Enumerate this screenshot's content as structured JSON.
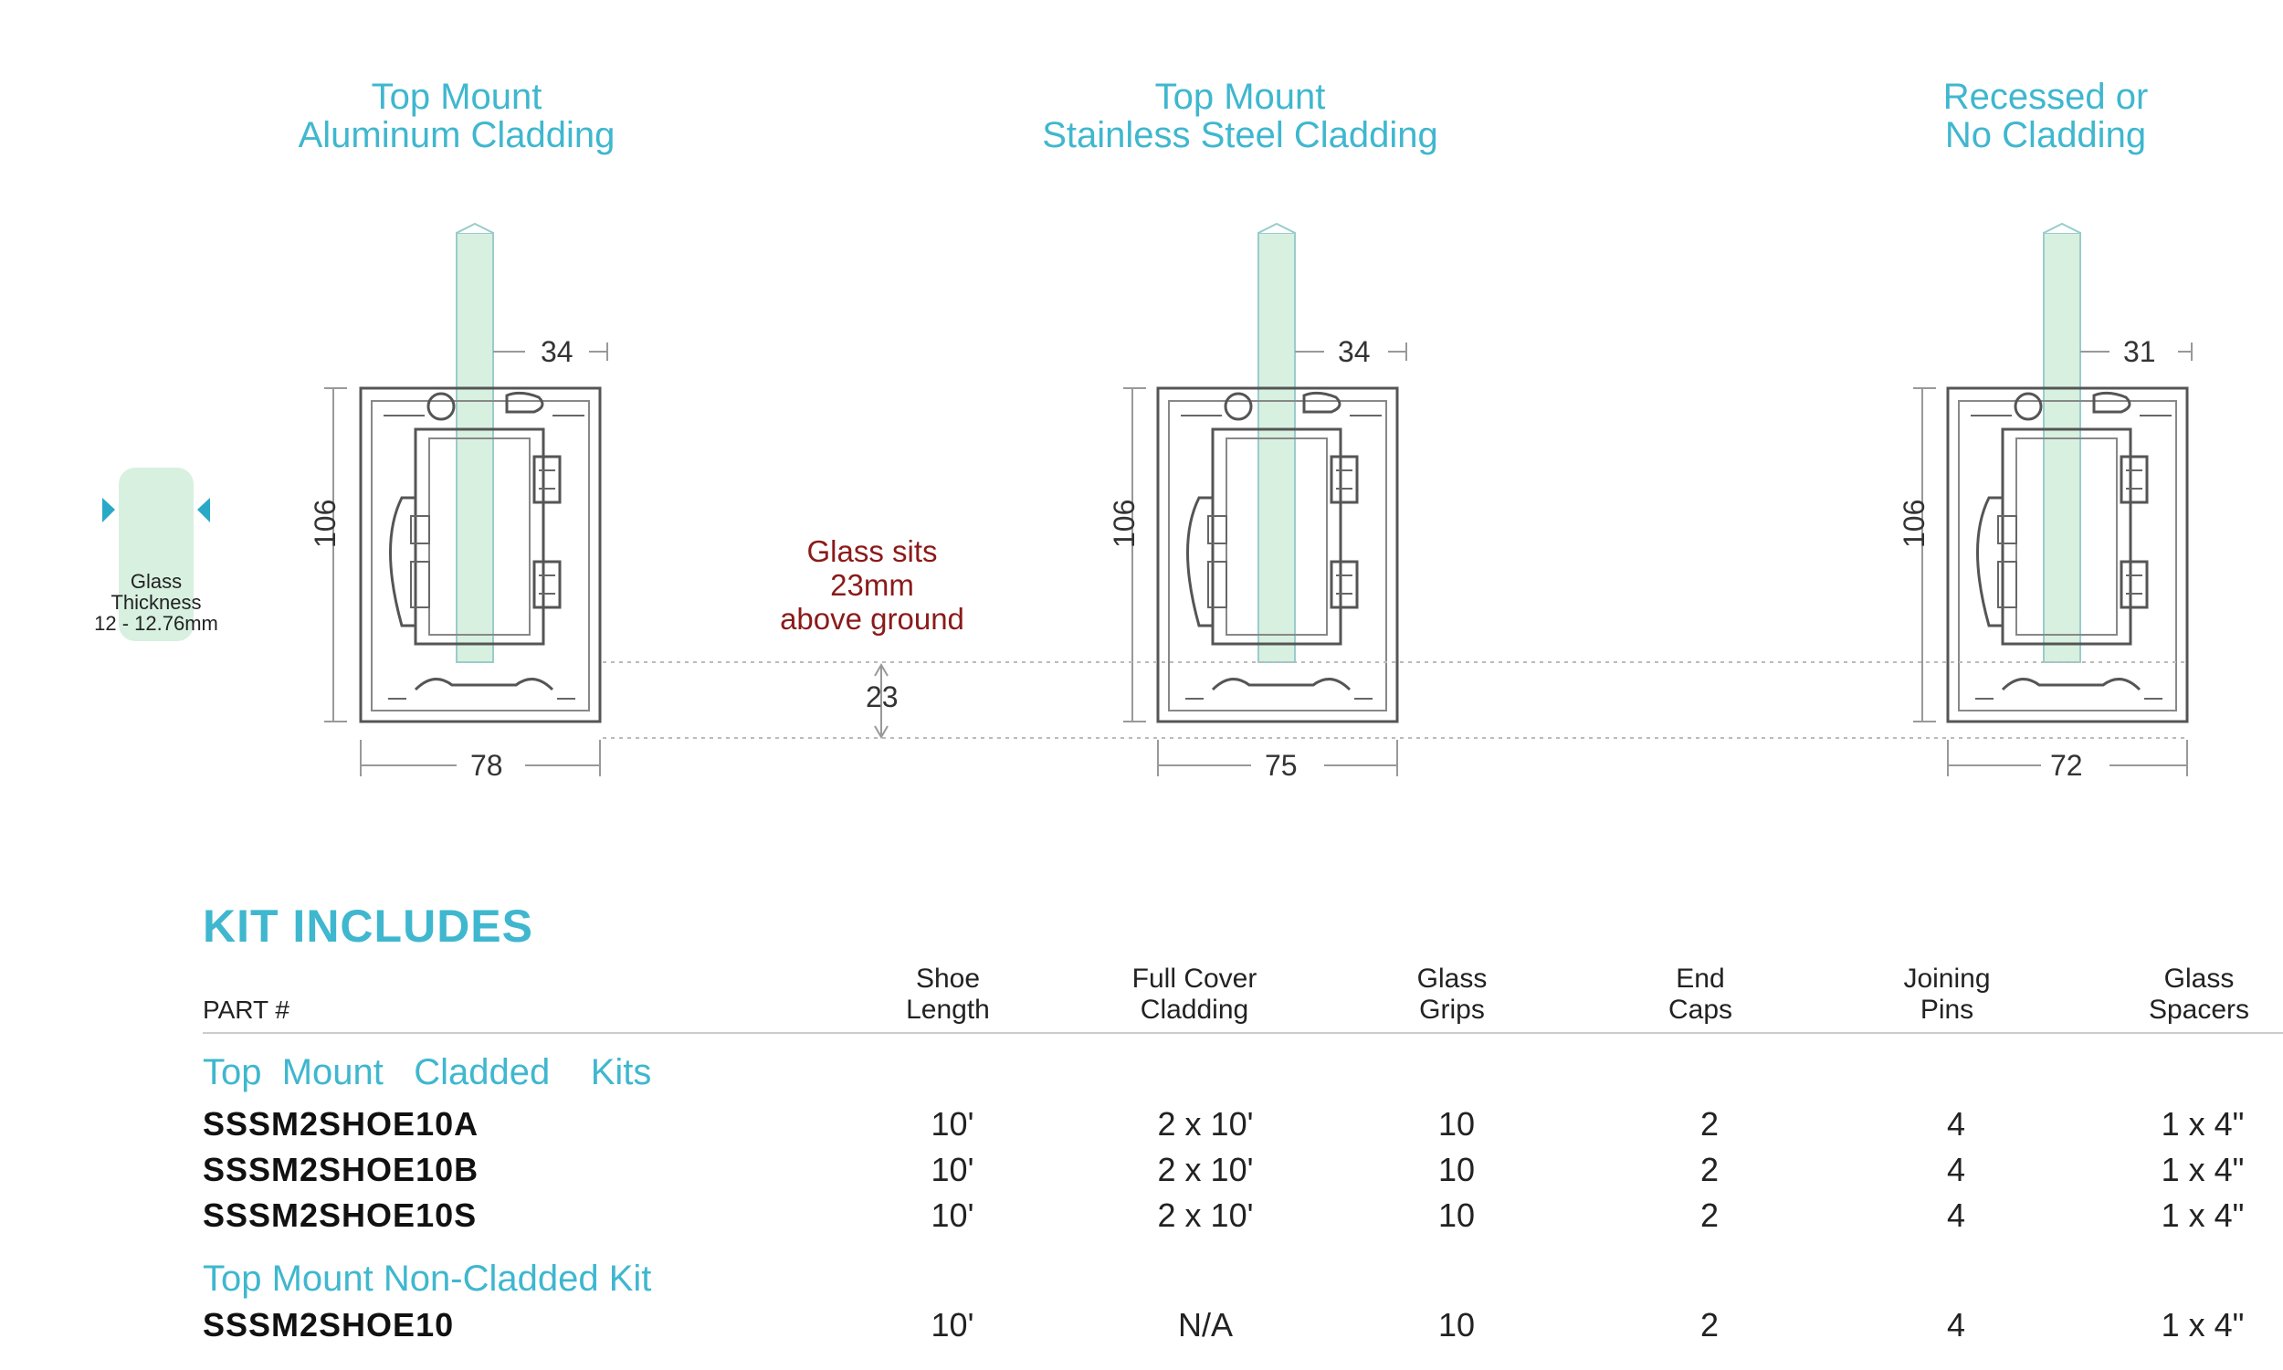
{
  "variants": [
    {
      "title_l1": "Top Mount",
      "title_l2": "Aluminum Cladding",
      "top_dim": "34",
      "height_dim": "106",
      "width_dim": "78"
    },
    {
      "title_l1": "Top Mount",
      "title_l2": "Stainless Steel Cladding",
      "top_dim": "34",
      "height_dim": "106",
      "width_dim": "75"
    },
    {
      "title_l1": "Recessed or",
      "title_l2": "No Cladding",
      "top_dim": "31",
      "height_dim": "106",
      "width_dim": "72"
    }
  ],
  "glass_note": {
    "l1": "Glass sits",
    "l2": "23mm",
    "l3": "above ground",
    "dim": "23"
  },
  "glass_legend": {
    "l1": "Glass",
    "l2": "Thickness",
    "l3": "12 - 12.76mm"
  },
  "kit": {
    "heading": "KIT INCLUDES",
    "part_header": "PART #",
    "columns": [
      {
        "l1": "Shoe",
        "l2": "Length"
      },
      {
        "l1": "Full Cover",
        "l2": "Cladding"
      },
      {
        "l1": "Glass",
        "l2": "Grips"
      },
      {
        "l1": "End",
        "l2": "Caps"
      },
      {
        "l1": "Joining",
        "l2": "Pins"
      },
      {
        "l1": "Glass",
        "l2": "Spacers"
      }
    ],
    "section1": "Top  Mount   Cladded    Kits",
    "section2": "Top Mount Non-Cladded Kit",
    "rows": [
      {
        "part": "SSSM2SHOE10A",
        "cells": [
          "10'",
          "2 x 10'",
          "10",
          "2",
          "4",
          "1 x 4\""
        ]
      },
      {
        "part": "SSSM2SHOE10B",
        "cells": [
          "10'",
          "2 x 10'",
          "10",
          "2",
          "4",
          "1 x 4\""
        ]
      },
      {
        "part": "SSSM2SHOE10S",
        "cells": [
          "10'",
          "2 x 10'",
          "10",
          "2",
          "4",
          "1 x 4\""
        ]
      },
      {
        "part": "SSSM2SHOE10",
        "cells": [
          "10'",
          "N/A",
          "10",
          "2",
          "4",
          "1 x 4\""
        ]
      }
    ]
  },
  "colors": {
    "accent": "#3fb7cf",
    "note": "#8b1a1a",
    "glass": "#d8f0e0"
  }
}
